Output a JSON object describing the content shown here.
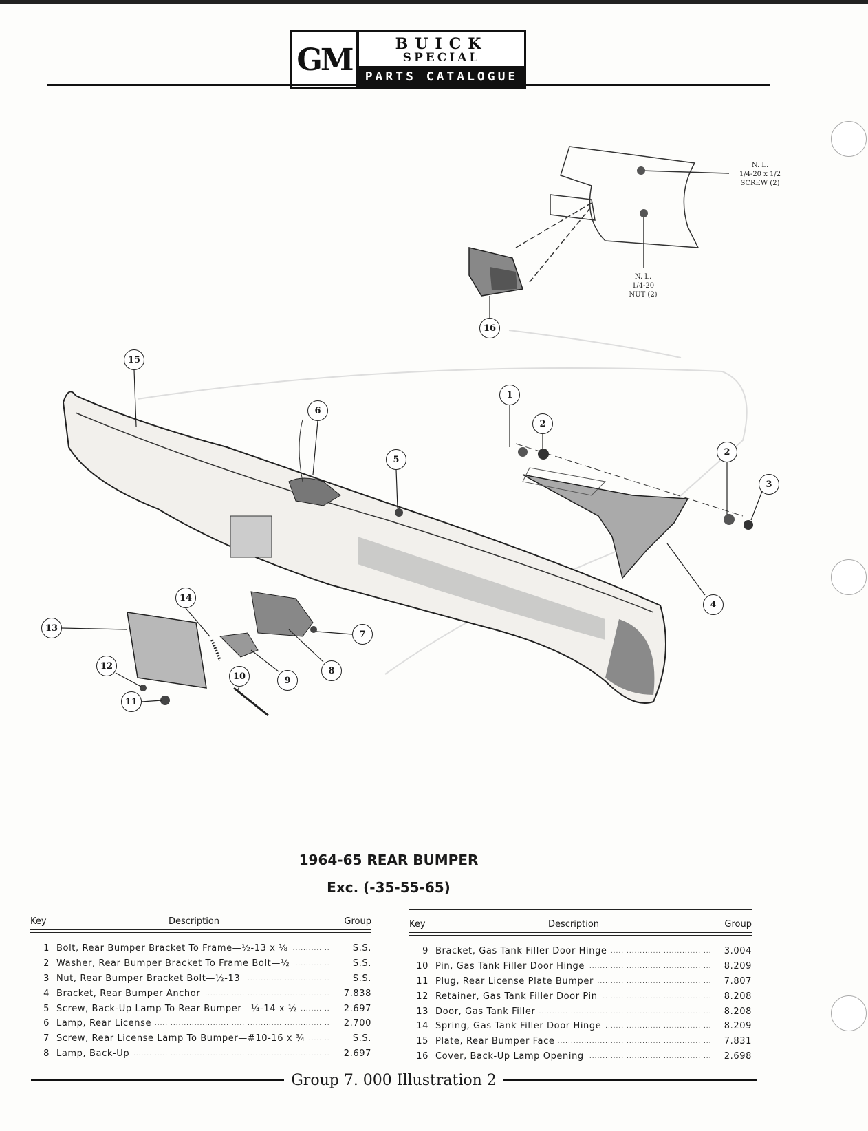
{
  "header": {
    "logo_gm": "GM",
    "logo_line1": "BUICK",
    "logo_line2": "SPECIAL",
    "logo_line3": "PARTS CATALOGUE"
  },
  "diagram": {
    "notes": [
      {
        "line1": "N. L.",
        "line2": "1/4-20 x 1/2",
        "line3": "SCREW (2)"
      },
      {
        "line1": "N. L.",
        "line2": "1/4-20",
        "line3": "NUT (2)"
      }
    ],
    "callouts": [
      "16",
      "15",
      "6",
      "1",
      "2",
      "2",
      "3",
      "5",
      "4",
      "14",
      "13",
      "7",
      "8",
      "9",
      "10",
      "12",
      "11"
    ]
  },
  "title": "1964-65 REAR BUMPER",
  "subtitle": "Exc. (-35-55-65)",
  "table": {
    "headers": {
      "key": "Key",
      "description": "Description",
      "group": "Group"
    },
    "left": [
      {
        "key": "1",
        "description": "Bolt, Rear Bumper Bracket To Frame—½-13 x ⅛",
        "group": "S.S."
      },
      {
        "key": "2",
        "description": "Washer, Rear Bumper Bracket To Frame Bolt—½",
        "group": "S.S."
      },
      {
        "key": "3",
        "description": "Nut, Rear Bumper Bracket Bolt—½-13",
        "group": "S.S."
      },
      {
        "key": "4",
        "description": "Bracket, Rear Bumper Anchor",
        "group": "7.838"
      },
      {
        "key": "5",
        "description": "Screw, Back-Up Lamp To Rear Bumper—¼-14 x ½",
        "group": "2.697"
      },
      {
        "key": "6",
        "description": "Lamp, Rear License",
        "group": "2.700"
      },
      {
        "key": "7",
        "description": "Screw, Rear License Lamp To Bumper—#10-16 x ¾",
        "group": "S.S."
      },
      {
        "key": "8",
        "description": "Lamp, Back-Up",
        "group": "2.697"
      }
    ],
    "right": [
      {
        "key": "9",
        "description": "Bracket, Gas Tank Filler Door Hinge",
        "group": "3.004"
      },
      {
        "key": "10",
        "description": "Pin, Gas Tank Filler Door Hinge",
        "group": "8.209"
      },
      {
        "key": "11",
        "description": "Plug, Rear License Plate Bumper",
        "group": "7.807"
      },
      {
        "key": "12",
        "description": "Retainer, Gas Tank Filler Door Pin",
        "group": "8.208"
      },
      {
        "key": "13",
        "description": "Door, Gas Tank Filler",
        "group": "8.208"
      },
      {
        "key": "14",
        "description": "Spring, Gas Tank Filler Door Hinge",
        "group": "8.209"
      },
      {
        "key": "15",
        "description": "Plate, Rear Bumper Face",
        "group": "7.831"
      },
      {
        "key": "16",
        "description": "Cover, Back-Up Lamp Opening",
        "group": "2.698"
      }
    ]
  },
  "footer": "Group 7. 000 Illustration 2"
}
